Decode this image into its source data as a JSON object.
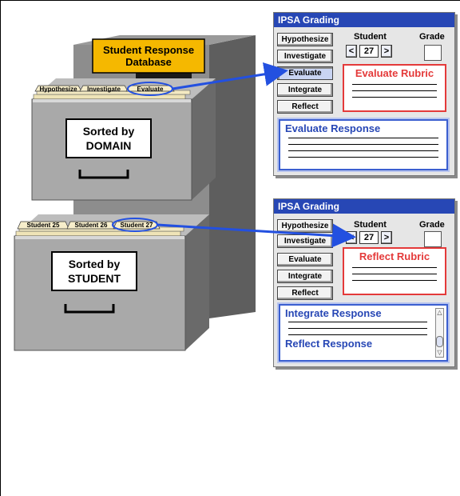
{
  "cabinet": {
    "database_label_line1": "Student Response",
    "database_label_line2": "Database",
    "top_drawer": {
      "tabs": [
        "Hypothesize",
        "Investigate",
        "Evaluate"
      ],
      "label_line1": "Sorted by",
      "label_line2": "DOMAIN"
    },
    "bottom_drawer": {
      "tabs": [
        "Student 25",
        "Student 26",
        "Student 27"
      ],
      "label_line1": "Sorted by",
      "label_line2": "STUDENT"
    }
  },
  "window_top": {
    "title": "IPSA Grading",
    "buttons": [
      "Hypothesize",
      "Investigate",
      "Evaluate",
      "Integrate",
      "Reflect"
    ],
    "active_button": "Evaluate",
    "student_label": "Student",
    "grade_label": "Grade",
    "student_prev": "<",
    "student_number": "27",
    "student_next": ">",
    "rubric_title": "Evaluate Rubric",
    "response_title": "Evaluate Response"
  },
  "window_bottom": {
    "title": "IPSA Grading",
    "buttons": [
      "Hypothesize",
      "Investigate",
      "Evaluate",
      "Integrate",
      "Reflect"
    ],
    "student_label": "Student",
    "grade_label": "Grade",
    "student_prev": "<",
    "student_number": "27",
    "student_next": ">",
    "rubric_title": "Reflect Rubric",
    "response_title_1": "Integrate Response",
    "response_title_2": "Reflect Response"
  },
  "colors": {
    "db_label_fill": "#f5b800",
    "cabinet_gray": "#a8a8a8",
    "title_blue": "#2747b5",
    "rubric_red": "#e43a3a",
    "arrow_blue": "#2350e0"
  }
}
